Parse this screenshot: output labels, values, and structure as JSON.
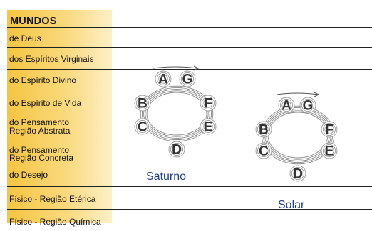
{
  "table": {
    "heading": "MUNDOS",
    "rows": [
      "de Deus",
      "dos Espíritos Virginais",
      "do Espírito Divino",
      "do Espírito de Vida",
      [
        "do Pensamento",
        "Região Abstrata"
      ],
      [
        "do Pensamento",
        "Região Concreta"
      ],
      "do Desejo",
      "Físico - Região Etérica",
      "Físico - Região Química"
    ]
  },
  "diagrams": [
    {
      "caption": "Saturno",
      "nodes": [
        "A",
        "G",
        "F",
        "E",
        "D",
        "C",
        "B"
      ]
    },
    {
      "caption": "Solar",
      "nodes": [
        "A",
        "G",
        "F",
        "E",
        "D",
        "C",
        "B"
      ]
    }
  ],
  "colors": {
    "band": "#f5c542",
    "caption": "#1f3e8a",
    "line": "#222222"
  }
}
